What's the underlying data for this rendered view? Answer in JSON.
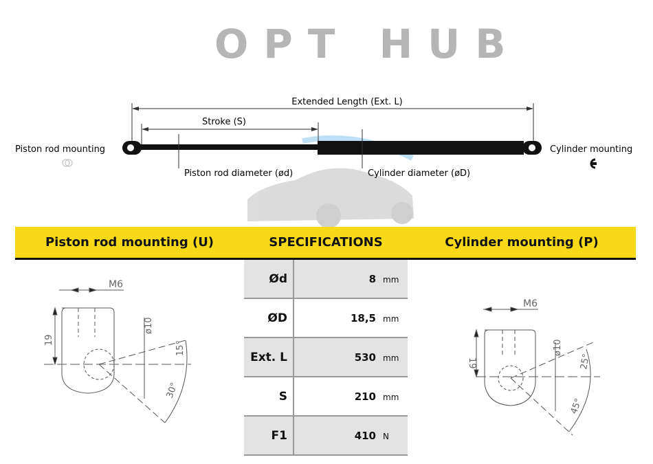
{
  "diagram": {
    "extended_length_label": "Extended Length (Ext. L)",
    "stroke_label": "Stroke (S)",
    "piston_rod_diameter_label": "Piston rod diameter (ød)",
    "cylinder_diameter_label": "Cylinder diameter (øD)",
    "piston_rod_mounting_label": "Piston rod mounting",
    "cylinder_mounting_label": "Cylinder mounting"
  },
  "headers": {
    "left": "Piston rod mounting (U)",
    "middle": "SPECIFICATIONS",
    "right": "Cylinder mounting (P)"
  },
  "specs": [
    {
      "label": "Ød",
      "value": "8",
      "unit": "mm"
    },
    {
      "label": "ØD",
      "value": "18,5",
      "unit": "mm"
    },
    {
      "label": "Ext. L",
      "value": "530",
      "unit": "mm"
    },
    {
      "label": "S",
      "value": "210",
      "unit": "mm"
    },
    {
      "label": "F1",
      "value": "410",
      "unit": "N"
    }
  ],
  "left_drawing": {
    "thread": "M6",
    "height": "19",
    "diameter": "ø10",
    "angle_small": "15°",
    "angle_large": "30°"
  },
  "right_drawing": {
    "thread": "M6",
    "height": "19",
    "diameter": "ø10",
    "angle_small": "25°",
    "angle_large": "45°"
  },
  "watermark": "OPT HUB",
  "colors": {
    "header_yellow": "#f7d917",
    "row_grey": "#e3e3e3"
  }
}
